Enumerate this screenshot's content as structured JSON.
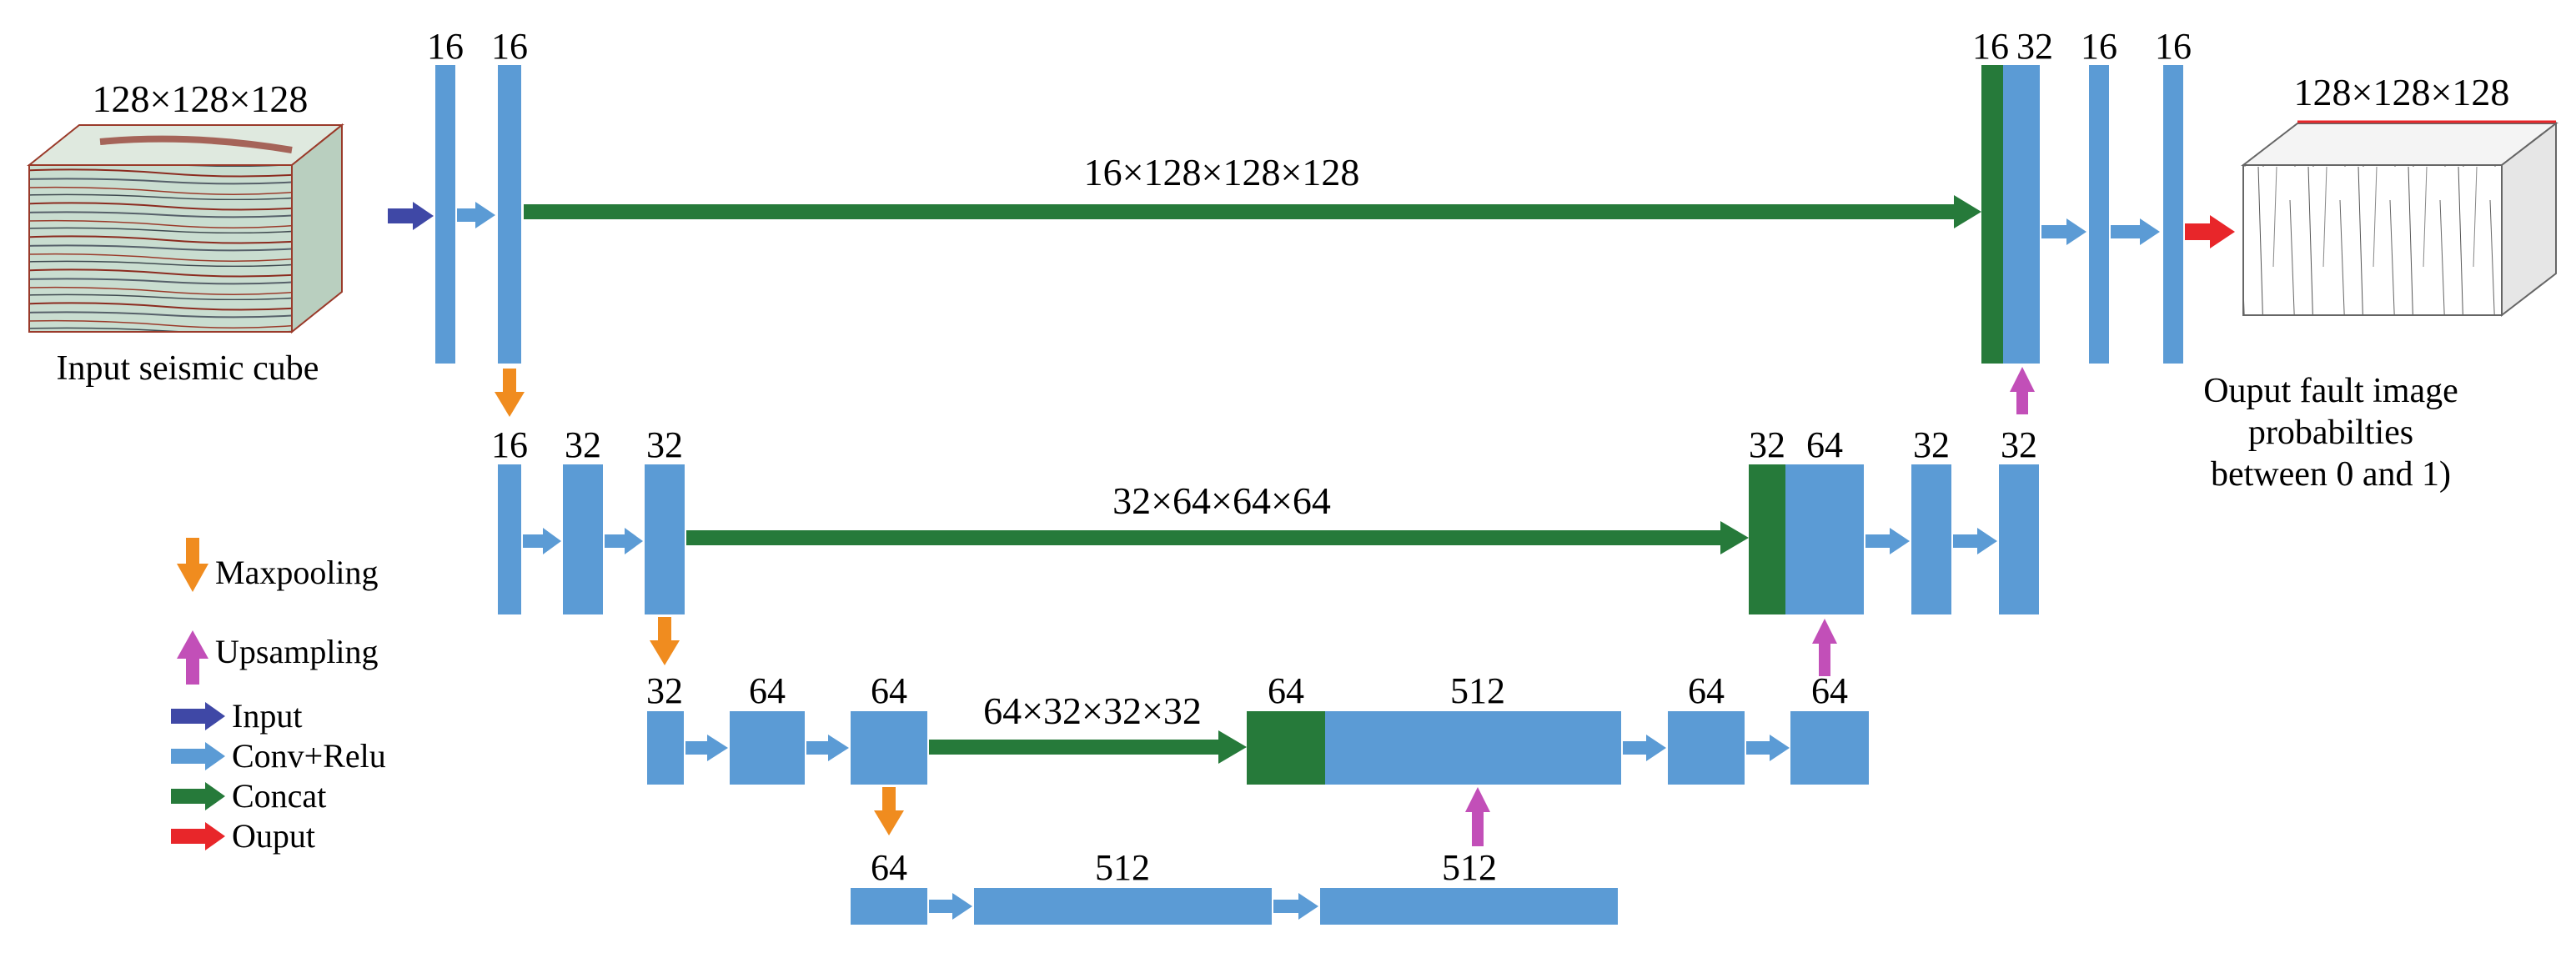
{
  "colors": {
    "block": "#5b9bd5",
    "concat": "#267a3a",
    "input_arrow": "#3f48a6",
    "conv_arrow": "#5b9bd5",
    "concat_arrow": "#267a3a",
    "output_arrow": "#e8262a",
    "maxpool_arrow": "#f08c1f",
    "upsample_arrow": "#c24fb8"
  },
  "input": {
    "dims": "128×128×128",
    "caption": "Input seismic cube"
  },
  "output": {
    "dims": "128×128×128",
    "caption_lines": [
      "Ouput fault image",
      "probabilties",
      "between 0 and 1)"
    ]
  },
  "levels": {
    "l1_enc": [
      "16",
      "16"
    ],
    "l1_skip": "16×128×128×128",
    "l1_dec": [
      "16",
      "32",
      "16",
      "16"
    ],
    "l2_enc": [
      "16",
      "32",
      "32"
    ],
    "l2_skip": "32×64×64×64",
    "l2_dec": [
      "32",
      "64",
      "32",
      "32"
    ],
    "l3_enc": [
      "32",
      "64",
      "64"
    ],
    "l3_skip": "64×32×32×32",
    "l3_dec": [
      "64",
      "512",
      "64",
      "64"
    ],
    "l4": [
      "64",
      "512",
      "512"
    ]
  },
  "legend": [
    {
      "icon": "maxpool-arrow-icon",
      "label": "Maxpooling"
    },
    {
      "icon": "upsample-arrow-icon",
      "label": "Upsampling"
    },
    {
      "icon": "input-arrow-icon",
      "label": "Input"
    },
    {
      "icon": "conv-arrow-icon",
      "label": "Conv+Relu"
    },
    {
      "icon": "concat-arrow-icon",
      "label": "Concat"
    },
    {
      "icon": "output-arrow-icon",
      "label": "Ouput"
    }
  ]
}
